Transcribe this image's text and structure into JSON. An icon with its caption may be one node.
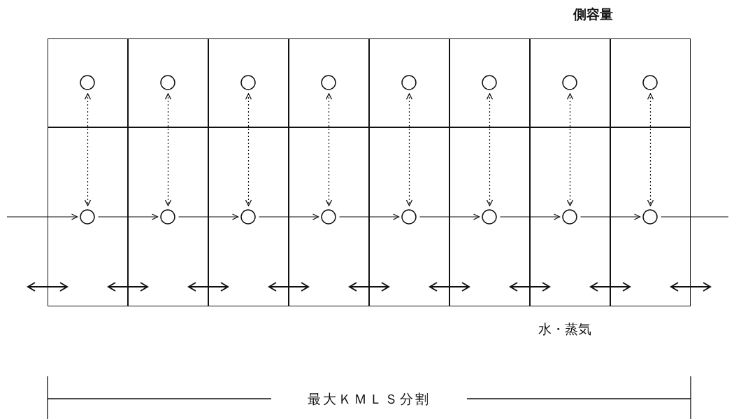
{
  "diagram": {
    "nodes": [
      {
        "text": [],
        "shape": "box"
      },
      {
        "text": [],
        "shape": "circle",
        "in": 0
      },
      {
        "text": [],
        "shape": "box"
      },
      {
        "text": [],
        "shape": "circle",
        "in": 2
      },
      {
        "text": [],
        "shape": "box"
      },
      {
        "text": [],
        "shape": "circle",
        "in": 4
      },
      {
        "text": [],
        "shape": "box"
      },
      {
        "text": [],
        "shape": "circle",
        "in": 6
      },
      {
        "text": [],
        "shape": "box"
      },
      {
        "text": [],
        "shape": "circle",
        "in": 8
      },
      {
        "text": [],
        "shape": "box"
      },
      {
        "text": [],
        "shape": "circle",
        "in": 10
      },
      {
        "text": [],
        "shape": "box"
      },
      {
        "text": [],
        "shape": "circle",
        "in": 12
      },
      {
        "text": [],
        "shape": "box"
      },
      {
        "text": [],
        "shape": "circle",
        "in": 14
      },
      {
        "text": [],
        "shape": "box"
      },
      {
        "text": [],
        "shape": "circle",
        "in": 16
      },
      {
        "text": [],
        "shape": "box"
      },
      {
        "text": [],
        "shape": "circle",
        "in": 18
      },
      {
        "text": [],
        "shape": "box"
      },
      {
        "text": [],
        "shape": "circle",
        "in": 20
      },
      {
        "text": [],
        "shape": "box"
      },
      {
        "text": [],
        "shape": "circle",
        "in": 22
      },
      {
        "text": [],
        "shape": "box"
      },
      {
        "text": [],
        "shape": "circle",
        "in": 24
      },
      {
        "text": [],
        "shape": "box"
      },
      {
        "text": [],
        "shape": "circle",
        "in": 26
      },
      {
        "text": [],
        "shape": "box"
      },
      {
        "text": [],
        "shape": "circle",
        "in": 28
      },
      {
        "text": [],
        "shape": "box"
      },
      {
        "text": [],
        "shape": "circle",
        "in": 30
      }
    ],
    "edges": [
      {
        "from": 1,
        "to": 17,
        "arrow": "both",
        "style": "dashed"
      },
      {
        "from": 3,
        "to": 19,
        "arrow": "both",
        "style": "dashed"
      },
      {
        "from": 5,
        "to": 21,
        "arrow": "both",
        "style": "dashed"
      },
      {
        "from": 7,
        "to": 23,
        "arrow": "both",
        "style": "dashed"
      },
      {
        "from": 9,
        "to": 25,
        "arrow": "both",
        "style": "dashed"
      },
      {
        "from": 11,
        "to": 27,
        "arrow": "both",
        "style": "dashed"
      },
      {
        "from": 13,
        "to": 29,
        "arrow": "both",
        "style": "dashed"
      },
      {
        "from": 15,
        "to": 31,
        "arrow": "both",
        "style": "dashed"
      },
      {
        "from": null,
        "to": 17,
        "arrow": "to"
      },
      {
        "from": 17,
        "to": 19,
        "arrow": "to"
      },
      {
        "from": 19,
        "to": 21,
        "arrow": "to"
      },
      {
        "from": 21,
        "to": 23,
        "arrow": "to"
      },
      {
        "from": 23,
        "to": 25,
        "arrow": "to"
      },
      {
        "from": 25,
        "to": 27,
        "arrow": "to"
      },
      {
        "from": 27,
        "to": 29,
        "arrow": "to"
      },
      {
        "from": 29,
        "to": 31,
        "arrow": "to"
      },
      {
        "from": 31,
        "to": null,
        "arrow": "none"
      }
    ],
    "labels": [
      "側容量",
      "水・蒸気",
      "最大ＫＭＬＳ分割"
    ]
  }
}
